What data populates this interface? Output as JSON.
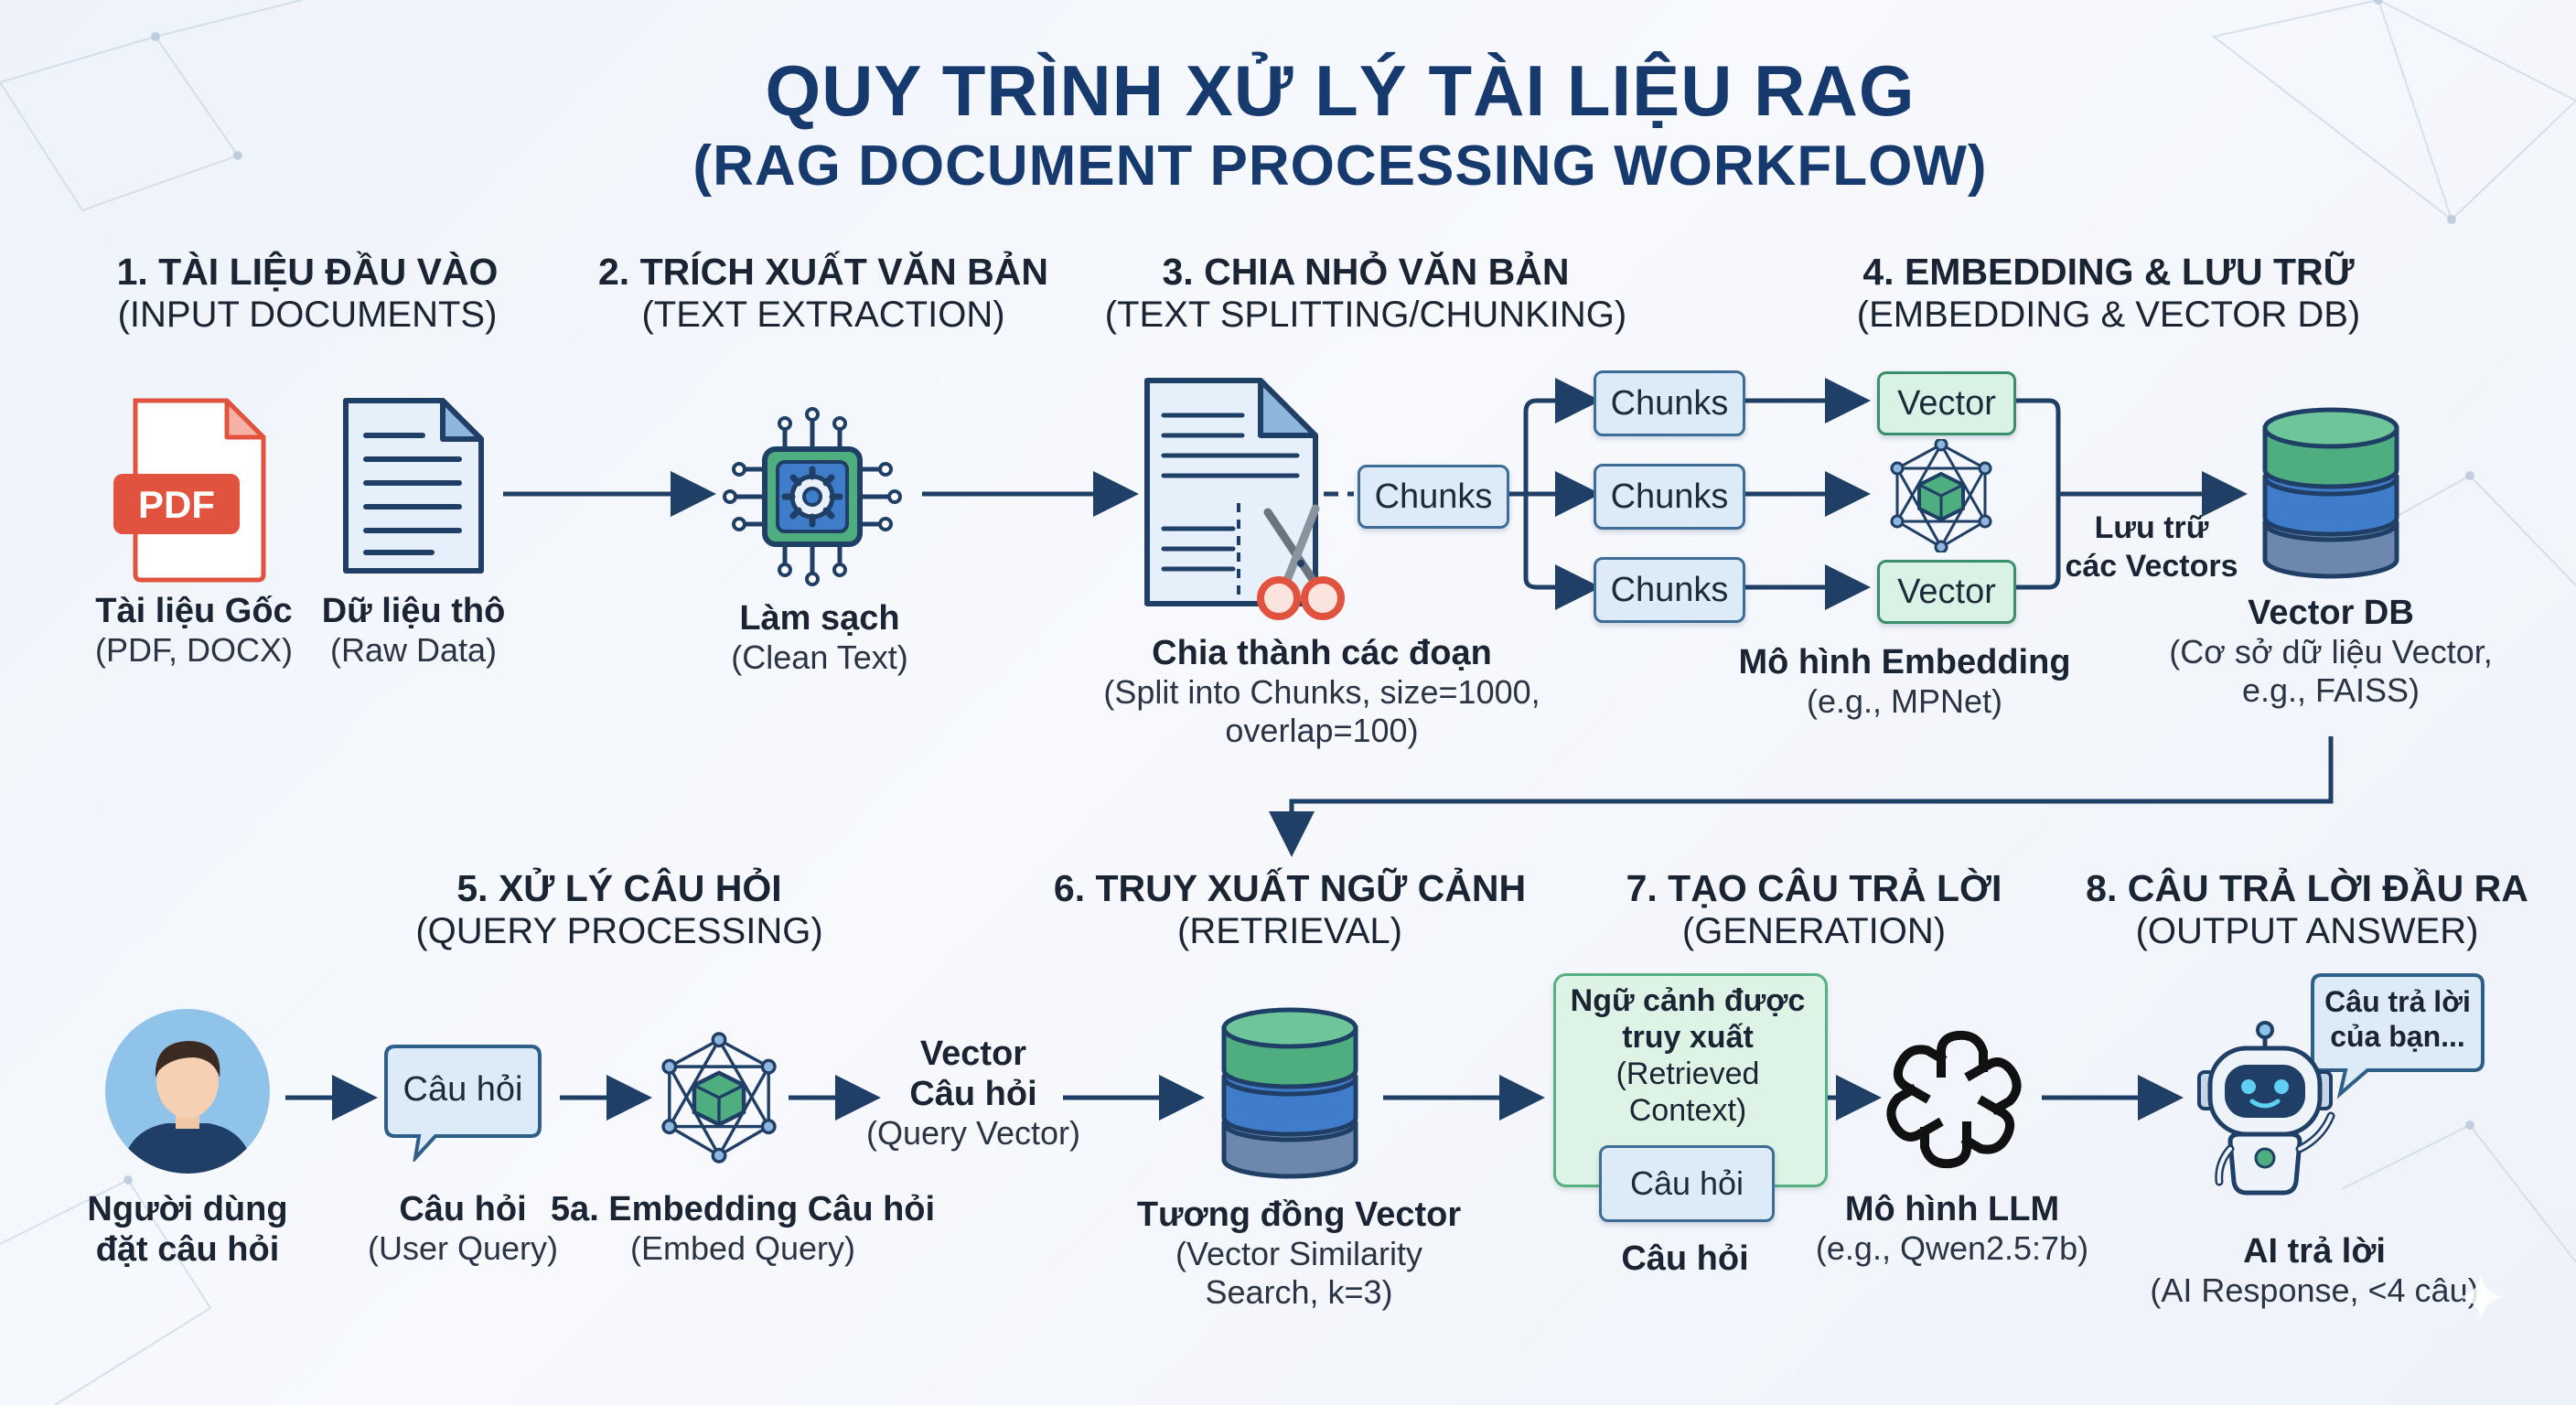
{
  "title": {
    "main": "QUY TRÌNH XỬ LÝ TÀI LIỆU RAG",
    "sub": "(RAG DOCUMENT PROCESSING WORKFLOW)"
  },
  "steps": [
    {
      "head": "1. TÀI LIỆU ĐẦU VÀO",
      "sub": "(INPUT DOCUMENTS)"
    },
    {
      "head": "2. TRÍCH XUẤT VĂN BẢN",
      "sub": "(TEXT EXTRACTION)"
    },
    {
      "head": "3. CHIA NHỎ VĂN BẢN",
      "sub": "(TEXT SPLITTING/CHUNKING)"
    },
    {
      "head": "4. EMBEDDING & LƯU TRỮ",
      "sub": "(EMBEDDING & VECTOR DB)"
    },
    {
      "head": "5. XỬ LÝ CÂU HỎI",
      "sub": "(QUERY PROCESSING)"
    },
    {
      "head": "6. TRUY XUẤT NGỮ CẢNH",
      "sub": "(RETRIEVAL)"
    },
    {
      "head": "7. TẠO CÂU TRẢ LỜI",
      "sub": "(GENERATION)"
    },
    {
      "head": "8. CÂU TRẢ LỜI ĐẦU RA",
      "sub": "(OUTPUT ANSWER)"
    }
  ],
  "nodes": {
    "pdf": {
      "badge": "PDF",
      "label": "Tài liệu Gốc",
      "sub": "(PDF, DOCX)"
    },
    "raw": {
      "label": "Dữ liệu thô",
      "sub": "(Raw Data)"
    },
    "clean": {
      "label": "Làm sạch",
      "sub": "(Clean Text)"
    },
    "split": {
      "label": "Chia thành các đoạn",
      "sub1": "(Split into Chunks, size=1000,",
      "sub2": "overlap=100)"
    },
    "chunk_main": "Chunks",
    "chunks": [
      "Chunks",
      "Chunks",
      "Chunks"
    ],
    "vectors": [
      "Vector",
      "Vector"
    ],
    "embed_model": {
      "label": "Mô hình Embedding",
      "sub": "(e.g., MPNet)"
    },
    "store": {
      "line1": "Lưu trữ",
      "line2": "các Vectors"
    },
    "vectordb": {
      "label": "Vector DB",
      "sub1": "(Cơ sở dữ liệu Vector,",
      "sub2": "e.g., FAISS)"
    },
    "user": {
      "line1": "Người dùng",
      "line2": "đặt câu hỏi"
    },
    "question": {
      "bubble": "Câu hỏi",
      "label": "Câu hỏi",
      "sub": "(User Query)"
    },
    "embed_query": {
      "label": "5a. Embedding Câu hỏi",
      "sub": "(Embed Query)"
    },
    "qvector": {
      "line1": "Vector",
      "line2": "Câu hỏi",
      "sub": "(Query Vector)"
    },
    "similarity": {
      "label": "Tương đồng Vector",
      "sub1": "(Vector Similarity",
      "sub2": "Search, k=3)"
    },
    "context": {
      "line1": "Ngữ cảnh được",
      "line2": "truy xuất",
      "sub1": "(Retrieved",
      "sub2": "Context)",
      "inner": "Câu hỏi",
      "label": "Câu hỏi"
    },
    "llm": {
      "label": "Mô hình LLM",
      "sub": "(e.g., Qwen2.5:7b)"
    },
    "answer": {
      "bubble1": "Câu trả lời",
      "bubble2": "của bạn...",
      "label": "AI trả lời",
      "sub": "(AI Response, <4 câu)"
    }
  },
  "icons": [
    "pdf-file-icon",
    "document-icon",
    "chip-gear-icon",
    "scissors-document-icon",
    "network-cube-icon",
    "database-icon",
    "user-avatar-icon",
    "speech-bubble-icon",
    "openai-logo-icon",
    "robot-icon"
  ],
  "colors": {
    "title": "#173a6e",
    "arrow": "#1f3f66",
    "db_green": "#4fae80",
    "db_blue": "#3f7cc9",
    "db_slate": "#6e87ad",
    "pdf_red": "#e2533f"
  }
}
